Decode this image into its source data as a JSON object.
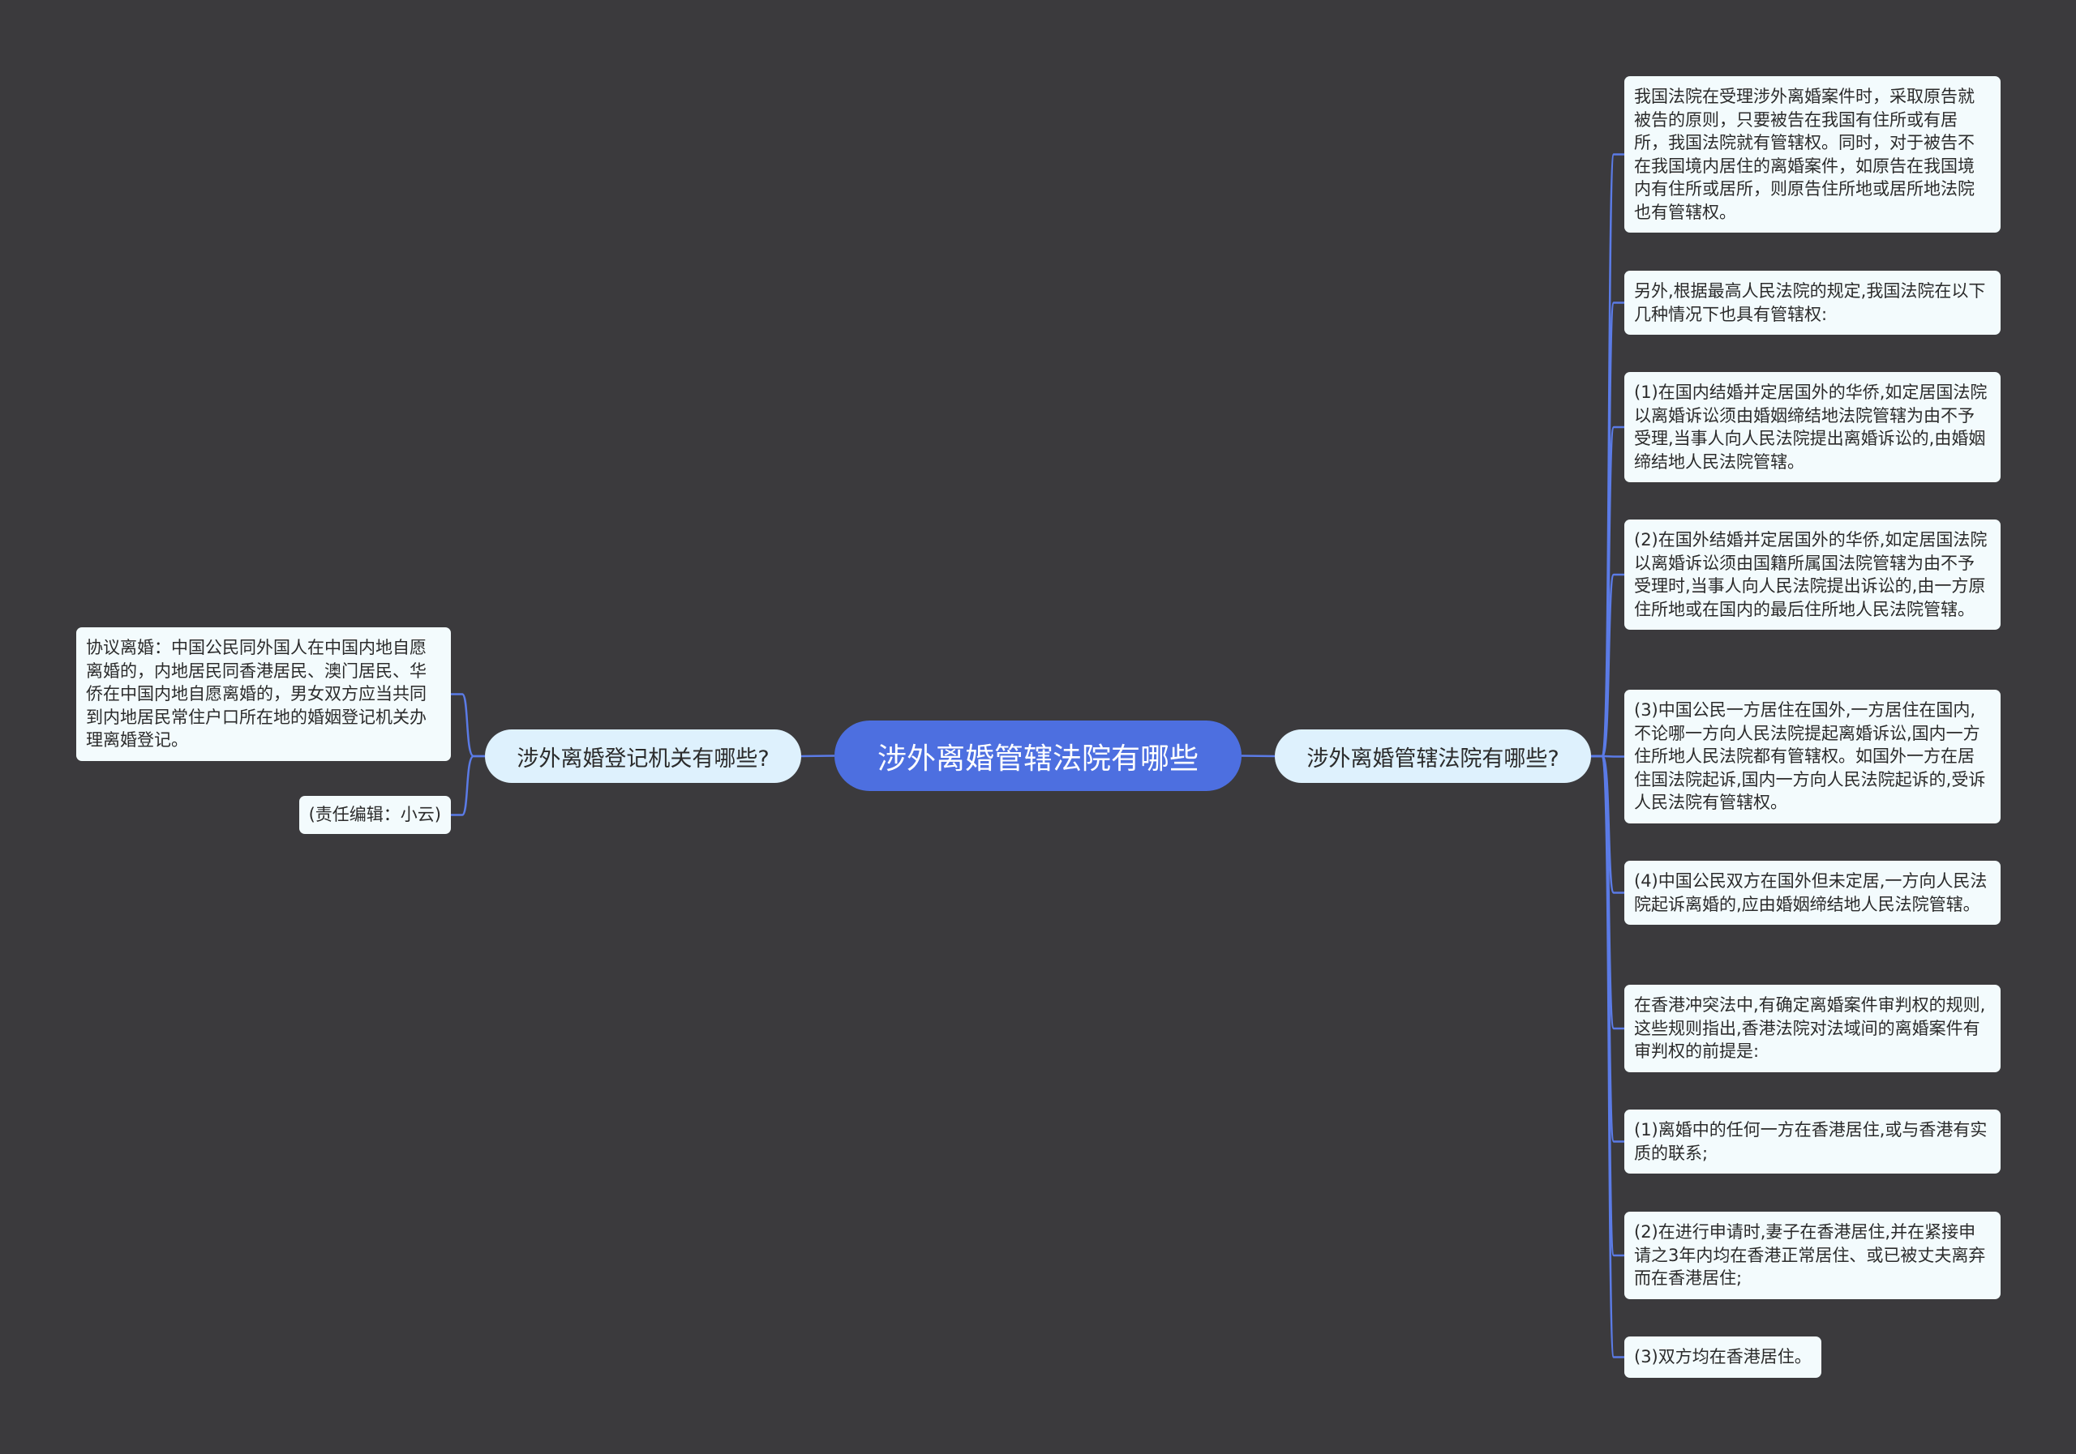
{
  "root": {
    "label": "涉外离婚管辖法院有哪些"
  },
  "branches": {
    "right": {
      "label": "涉外离婚管辖法院有哪些?"
    },
    "left": {
      "label": "涉外离婚登记机关有哪些?"
    }
  },
  "right_leaves": [
    {
      "text": "我国法院在受理涉外离婚案件时，采取原告就被告的原则，只要被告在我国有住所或有居所，我国法院就有管辖权。同时，对于被告不在我国境内居住的离婚案件，如原告在我国境内有住所或居所，则原告住所地或居所地法院也有管辖权。"
    },
    {
      "text": "另外,根据最高人民法院的规定,我国法院在以下几种情况下也具有管辖权:"
    },
    {
      "text": "(1)在国内结婚并定居国外的华侨,如定居国法院以离婚诉讼须由婚姻缔结地法院管辖为由不予受理,当事人向人民法院提出离婚诉讼的,由婚姻缔结地人民法院管辖。"
    },
    {
      "text": "(2)在国外结婚并定居国外的华侨,如定居国法院以离婚诉讼须由国籍所属国法院管辖为由不予受理时,当事人向人民法院提出诉讼的,由一方原住所地或在国内的最后住所地人民法院管辖。"
    },
    {
      "text": "(3)中国公民一方居住在国外,一方居住在国内,不论哪一方向人民法院提起离婚诉讼,国内一方住所地人民法院都有管辖权。如国外一方在居住国法院起诉,国内一方向人民法院起诉的,受诉人民法院有管辖权。"
    },
    {
      "text": "(4)中国公民双方在国外但未定居,一方向人民法院起诉离婚的,应由婚姻缔结地人民法院管辖。"
    },
    {
      "text": "在香港冲突法中,有确定离婚案件审判权的规则,这些规则指出,香港法院对法域间的离婚案件有审判权的前提是:"
    },
    {
      "text": "(1)离婚中的任何一方在香港居住,或与香港有实质的联系;"
    },
    {
      "text": "(2)在进行申请时,妻子在香港居住,并在紧接申请之3年内均在香港正常居住、或已被丈夫离弃而在香港居住;"
    },
    {
      "text": "(3)双方均在香港居住。"
    }
  ],
  "left_leaves": [
    {
      "text": "协议离婚：中国公民同外国人在中国内地自愿离婚的，内地居民同香港居民、澳门居民、华侨在中国内地自愿离婚的，男女双方应当共同到内地居民常住户口所在地的婚姻登记机关办理离婚登记。"
    },
    {
      "text": "(责任编辑：小云)"
    }
  ],
  "colors": {
    "background": "#3b3a3d",
    "root": "#4d6fe0",
    "branch": "#def1fd",
    "leaf": "#f3fbfd",
    "link": "#5b7be6"
  }
}
